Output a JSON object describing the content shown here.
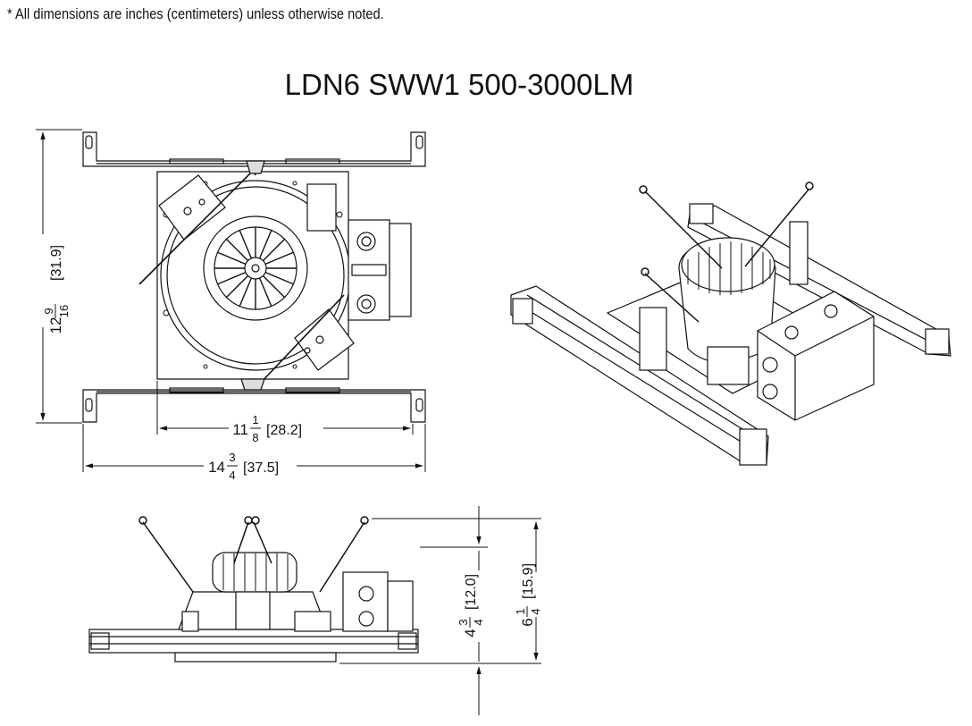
{
  "note": "* All dimensions are inches (centimeters) unless otherwise noted.",
  "title": "LDN6 SWW1 500-3000LM",
  "dimensions": {
    "width_inner": {
      "whole": "11",
      "num": "1",
      "den": "8",
      "metric": "[28.2]"
    },
    "width_outer": {
      "whole": "14",
      "num": "3",
      "den": "4",
      "metric": "[37.5]"
    },
    "depth": {
      "whole": "12",
      "num": "9",
      "den": "16",
      "metric": "[31.9]"
    },
    "height_body": {
      "whole": "4",
      "num": "3",
      "den": "4",
      "metric": "[12.0]"
    },
    "height_overall": {
      "whole": "6",
      "num": "1",
      "den": "4",
      "metric": "[15.9]"
    }
  }
}
